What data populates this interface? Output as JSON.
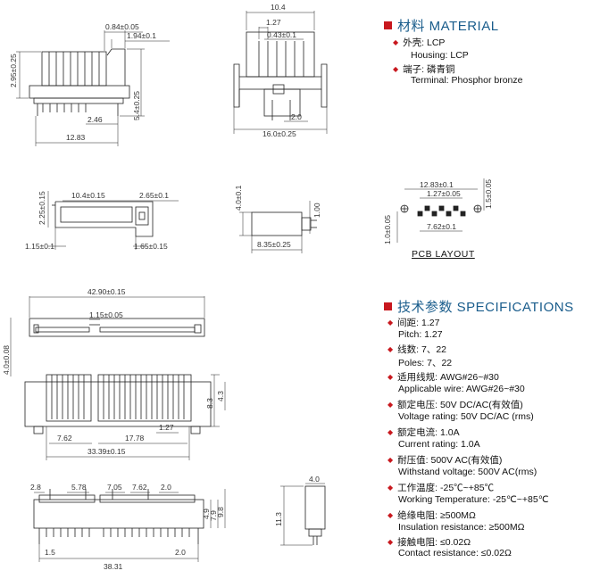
{
  "material": {
    "title": "材料 MATERIAL",
    "housing_cn": "外壳: LCP",
    "housing_en": "Housing:  LCP",
    "terminal_cn": "端子: 磷青铜",
    "terminal_en": "Terminal:  Phosphor bronze"
  },
  "specifications": {
    "title": "技术参数 SPECIFICATIONS",
    "items": [
      {
        "cn": "间距: 1.27",
        "en": "Pitch: 1.27"
      },
      {
        "cn": "线数: 7、22",
        "en": "Poles: 7、22"
      },
      {
        "cn": "适用线规: AWG#26~#30",
        "en": "Applicable wire: AWG#26~#30"
      },
      {
        "cn": "额定电压: 50V DC/AC(有效值)",
        "en": "Voltage rating: 50V DC/AC (rms)"
      },
      {
        "cn": "额定电流: 1.0A",
        "en": "Current rating: 1.0A"
      },
      {
        "cn": "耐压值: 500V AC(有效值)",
        "en": "Withstand voltage: 500V AC(rms)"
      },
      {
        "cn": "工作温度: -25℃~+85℃",
        "en": "Working Temperature: -25℃~+85℃"
      },
      {
        "cn": "绝缘电阻: ≥500MΩ",
        "en": "Insulation resistance: ≥500MΩ"
      },
      {
        "cn": "接触电阻: ≤0.02Ω",
        "en": "Contact resistance: ≤0.02Ω"
      }
    ]
  },
  "pcb_layout_label": "PCB LAYOUT",
  "dimensions": {
    "d_084": "0.84±0.05",
    "d_194": "1.94±0.1",
    "d_295": "2.95±0.25",
    "d_54": "5.4±0.25",
    "d_246": "2.46",
    "d_1283": "12.83",
    "d_104": "10.4",
    "d_127": "1.27",
    "d_043": "0.43±0.1",
    "d_20": "2.0",
    "d_160": "16.0±0.25",
    "d_104b": "10.4±0.15",
    "d_265": "2.65±0.1",
    "d_225": "2.25±0.15",
    "d_115": "1.15±0.1",
    "d_165": "1.65±0.15",
    "d_40": "4.0±0.1",
    "d_100": "1.00",
    "d_835": "8.35±0.25",
    "p_1283": "12.83±0.1",
    "p_127": "1.27±0.05",
    "p_15": "1.5±0.05",
    "p_10": "1.0±0.05",
    "p_762": "7.62±0.1",
    "f_4290": "42.90±0.15",
    "f_115": "1.15±0.05",
    "f_40": "4.0±0.08",
    "f_83": "8.3",
    "f_43": "4.3",
    "f_762": "7.62",
    "f_1778": "17.78",
    "f_127": "1.27",
    "f_3339": "33.39±0.15",
    "b_28": "2.8",
    "b_578": "5.78",
    "b_705": "7.05",
    "b_762": "7.62",
    "b_20": "2.0",
    "b_49": "4.9",
    "b_79": "7.9",
    "b_98": "9.8",
    "b_15": "1.5",
    "b_20b": "2.0",
    "b_3831": "38.31",
    "s_40": "4.0",
    "s_113": "11.3"
  }
}
